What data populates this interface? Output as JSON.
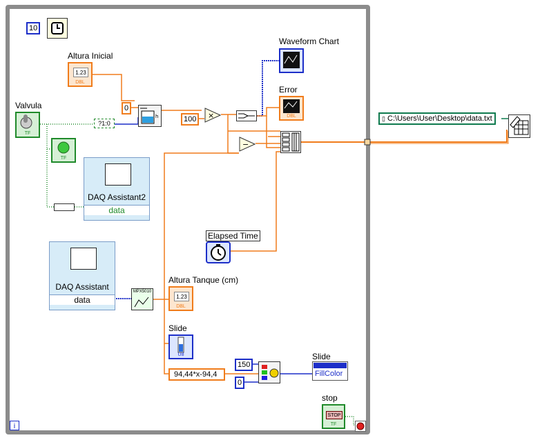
{
  "loop": {
    "ms_constant": "10",
    "info_icon": "i"
  },
  "controls": {
    "altura_inicial_label": "Altura Inicial",
    "valvula_label": "Valvula",
    "stop_label": "stop",
    "stop_button_text": "STOP",
    "zero_constant": "0",
    "hundred_constant": "100",
    "range_max_constant": "150",
    "range_min_constant": "0",
    "bool_to_num_text": "?1:0"
  },
  "indicators": {
    "waveform_chart_label": "Waveform Chart",
    "error_label": "Error",
    "elapsed_time_label": "Elapsed Time",
    "altura_tanque_label": "Altura Tanque (cm)",
    "slide_label": "Slide",
    "slide2_label": "Slide",
    "fill_color_label": "FillColor"
  },
  "daq": {
    "assistant2_title": "DAQ Assistant2",
    "assistant2_port": "data",
    "assistant_title": "DAQ Assistant",
    "assistant_port": "data",
    "sensor_text": "MPX5010"
  },
  "formula": {
    "expression": "94,44*x-94,4"
  },
  "file": {
    "path": "C:\\Users\\User\\Desktop\\data.txt"
  },
  "terminal_types": {
    "dbl": "DBL",
    "tf": "TF",
    "u8": "U8",
    "num_display": "1.23"
  },
  "colors": {
    "orange_wire": "#f07c1b",
    "blue_wire": "#1c2ec8",
    "green_wire": "#1f8a2a",
    "loop_border": "#8c8c8c"
  }
}
